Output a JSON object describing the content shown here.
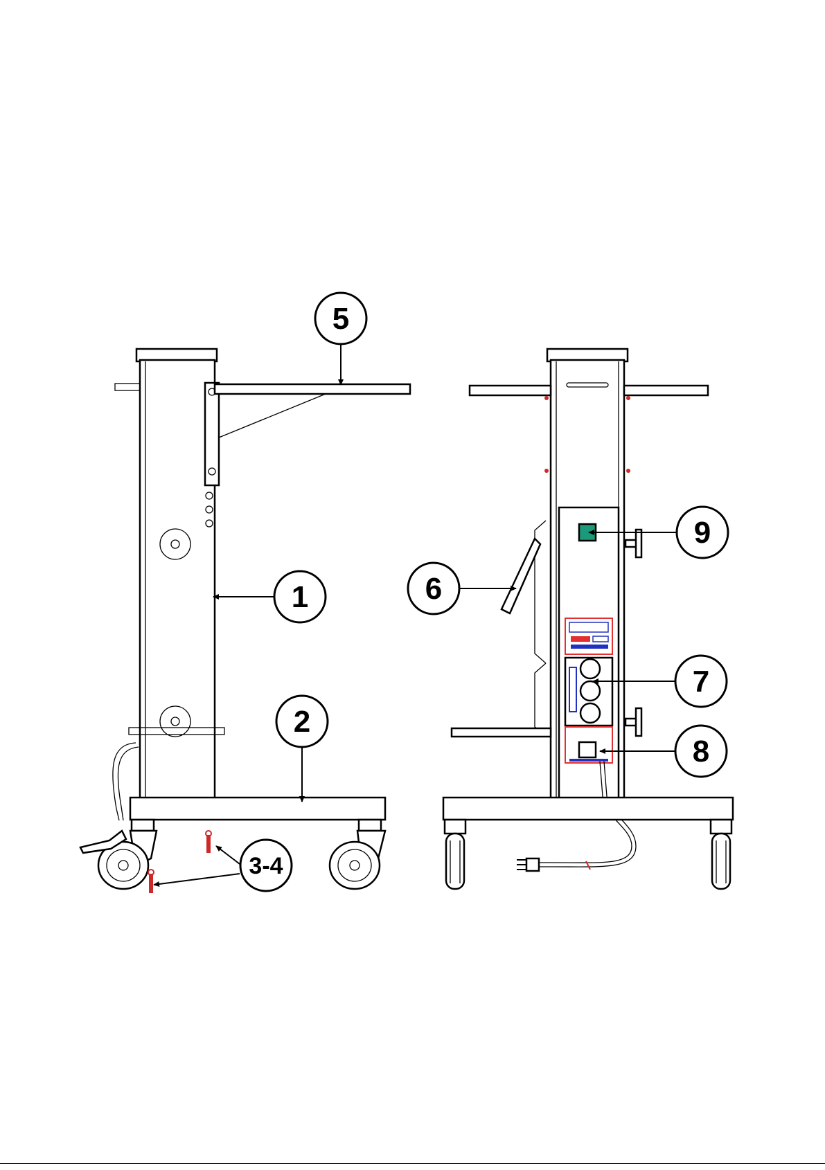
{
  "diagram": {
    "callouts": [
      {
        "id": "1",
        "label": "1"
      },
      {
        "id": "2",
        "label": "2"
      },
      {
        "id": "3-4",
        "label": "3-4"
      },
      {
        "id": "5",
        "label": "5"
      },
      {
        "id": "6",
        "label": "6"
      },
      {
        "id": "7",
        "label": "7"
      },
      {
        "id": "8",
        "label": "8"
      },
      {
        "id": "9",
        "label": "9"
      }
    ],
    "colors": {
      "line": "#000000",
      "switch_green": "#1a9a7a",
      "label_red": "#e23030",
      "label_blue": "#2030c0",
      "screw_red": "#cc2a2a"
    }
  }
}
